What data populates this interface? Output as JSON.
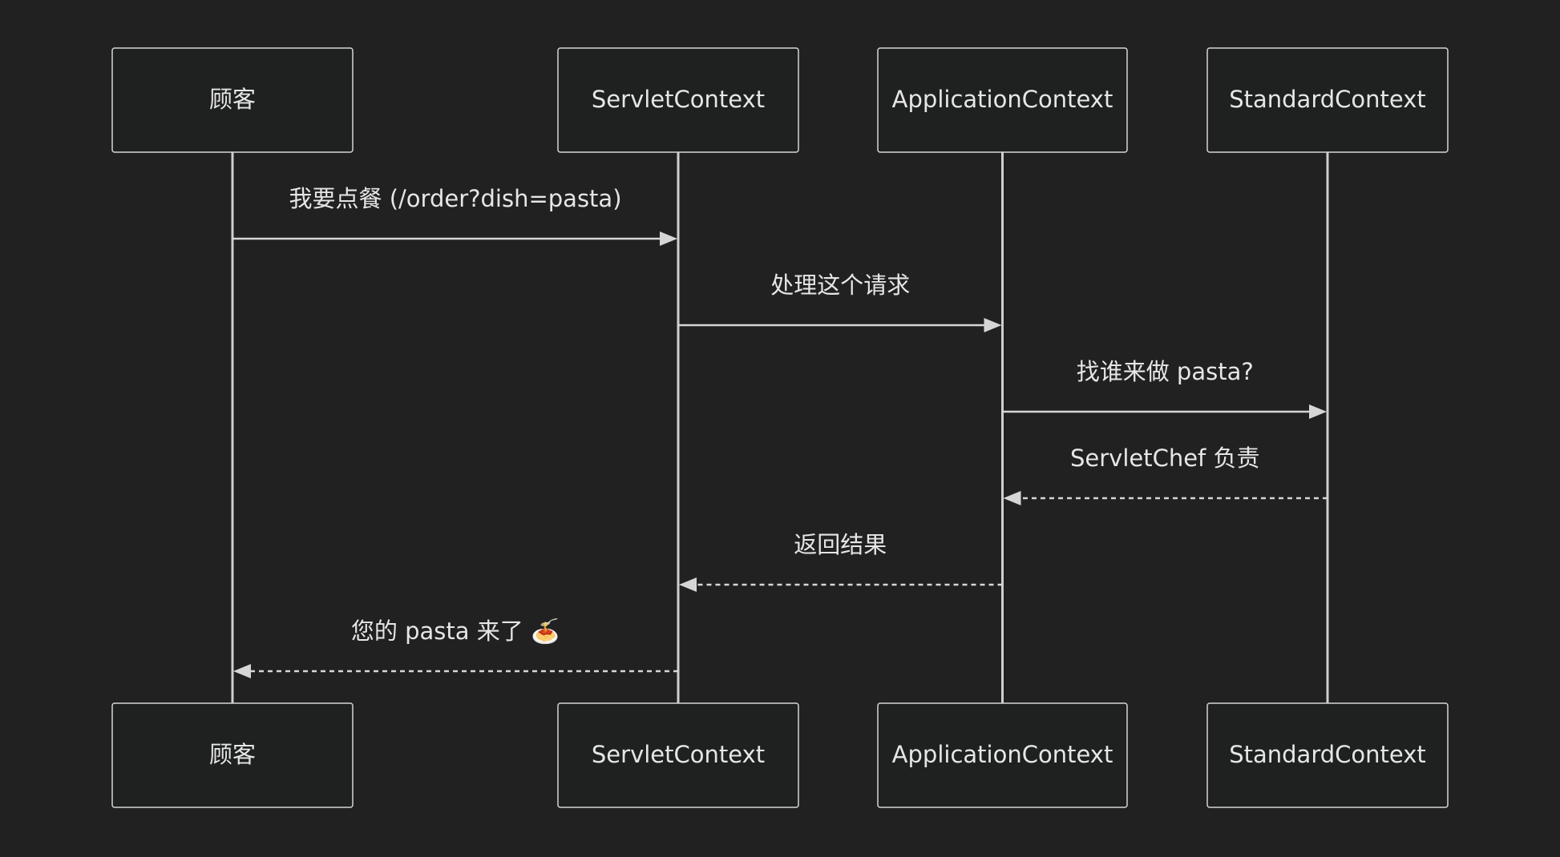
{
  "actors": [
    {
      "id": "customer",
      "label": "顾客"
    },
    {
      "id": "servlet",
      "label": "ServletContext"
    },
    {
      "id": "application",
      "label": "ApplicationContext"
    },
    {
      "id": "standard",
      "label": "StandardContext"
    }
  ],
  "messages": [
    {
      "from": "customer",
      "to": "servlet",
      "text": "我要点餐 (/order?dish=pasta)",
      "style": "solid"
    },
    {
      "from": "servlet",
      "to": "application",
      "text": "处理这个请求",
      "style": "solid"
    },
    {
      "from": "application",
      "to": "standard",
      "text": "找谁来做 pasta?",
      "style": "solid"
    },
    {
      "from": "standard",
      "to": "application",
      "text": "ServletChef 负责",
      "style": "dashed"
    },
    {
      "from": "application",
      "to": "servlet",
      "text": "返回结果",
      "style": "dashed"
    },
    {
      "from": "servlet",
      "to": "customer",
      "text": "您的 pasta 来了 🍝",
      "style": "dashed"
    }
  ],
  "colors": {
    "background": "#212121",
    "box_fill": "#1f2020",
    "stroke": "#d6d6d6",
    "text": "#e6e6e6"
  }
}
